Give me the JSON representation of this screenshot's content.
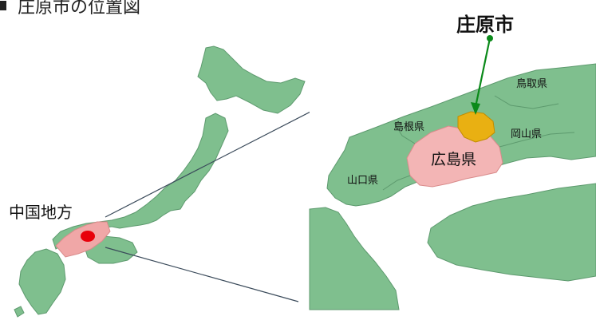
{
  "page": {
    "title": "庄原市の位置図"
  },
  "left_map": {
    "region_label": "中国地方"
  },
  "right_map": {
    "callout_label": "庄原市",
    "prefectures": {
      "tottori": "鳥取県",
      "shimane": "島根県",
      "okayama": "岡山県",
      "yamaguchi": "山口県",
      "hiroshima": "広島県"
    }
  },
  "colors": {
    "land": "#7fbf8e",
    "border": "#5d9a6e",
    "region_highlight": "#f0a7a7",
    "hiroshima": "#f3b5b5",
    "shobara": "#e9b012",
    "marker": "#e8000b",
    "arrow": "#0b8a1a",
    "connector": "#3a4a5a"
  },
  "icons": {
    "marker": "red-dot-icon",
    "arrow": "green-arrow-icon"
  }
}
